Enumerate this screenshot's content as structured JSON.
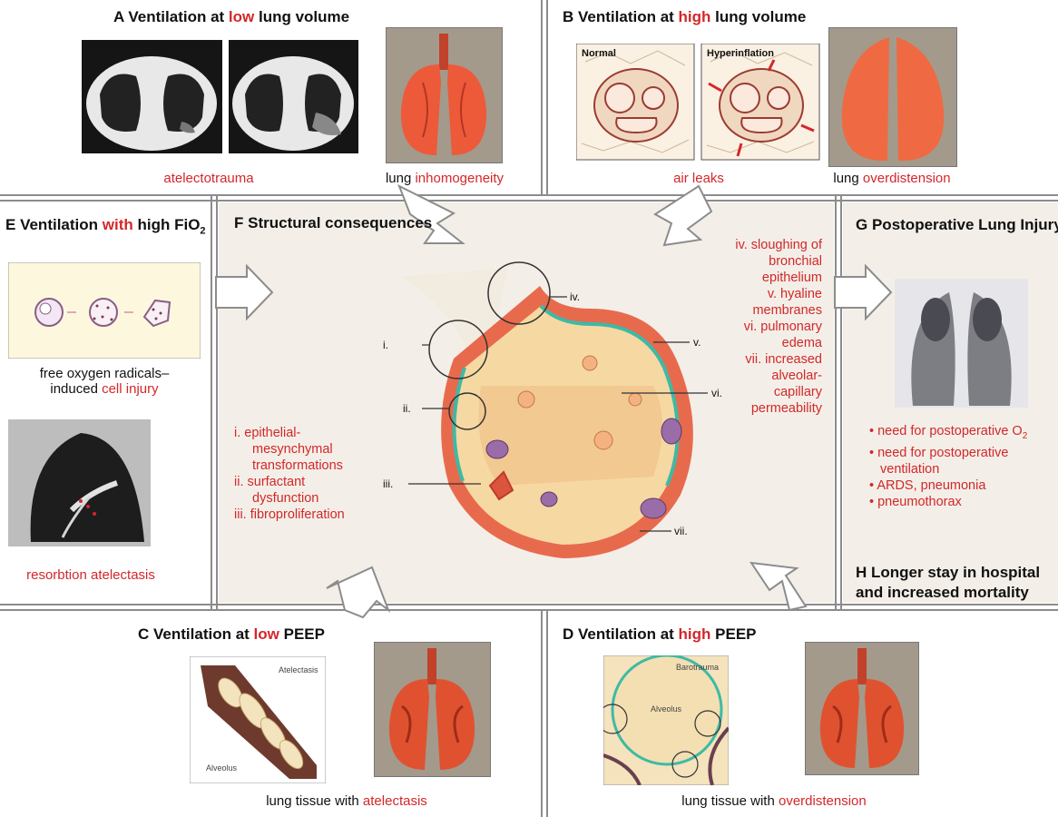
{
  "colors": {
    "accent_red": "#d3272a",
    "frame": "#8c8c8c",
    "panel": "#f3efe8",
    "lung": "#ec5a3a",
    "alveolus": "#f6d9a2",
    "epithelium": "#3fb9a6"
  },
  "panelA": {
    "letter": "A",
    "title_pre": "Ventilation at ",
    "title_hi": "low",
    "title_post": " lung volume",
    "cap1_hi": "atelectotrauma",
    "cap2_pre": "lung ",
    "cap2_hi": "inhomogeneity"
  },
  "panelB": {
    "letter": "B",
    "title_pre": "Ventilation at ",
    "title_hi": "high",
    "title_post": " lung volume",
    "label_normal": "Normal",
    "label_hyper": "Hyperinflation",
    "cap1_hi": "air leaks",
    "cap2_pre": "lung ",
    "cap2_hi": "overdistension"
  },
  "panelE": {
    "letter": "E",
    "title_pre": "Ventilation ",
    "title_hi": "with",
    "title_post": " high FiO",
    "title_sub": "2",
    "cap1_line1": "free oxygen radicals–",
    "cap1_pre": "induced ",
    "cap1_hi": "cell injury",
    "cap2_hi": "resorbtion atelectasis"
  },
  "panelF": {
    "letter": "F",
    "title": "Structural consequences",
    "left_list": [
      "i.  epithelial-",
      "mesynchymal",
      "transformations",
      "ii.  surfactant",
      "dysfunction",
      "iii.  fibroproliferation"
    ],
    "right_list": [
      "iv.  sloughing of",
      "bronchial",
      "epithelium",
      "v.  hyaline",
      "membranes",
      "vi.  pulmonary",
      "edema",
      "vii. increased",
      "alveolar-",
      "capillary",
      "permeability"
    ],
    "markers": [
      "i.",
      "ii.",
      "iii.",
      "iv.",
      "v.",
      "vi.",
      "vii."
    ]
  },
  "panelG": {
    "letter": "G",
    "title": "Postoperative Lung Injury",
    "bullets": [
      {
        "text": "need for postoperative O",
        "sub": "2"
      },
      {
        "text": "need for postoperative",
        "sub": ""
      },
      {
        "text": "ventilation",
        "sub": "",
        "cont": true
      },
      {
        "text": "ARDS, pneumonia",
        "sub": ""
      },
      {
        "text": "pneumothorax",
        "sub": ""
      }
    ]
  },
  "panelH": {
    "letter": "H",
    "line1": "Longer stay in hospital",
    "line2": "and increased mortality"
  },
  "panelC": {
    "letter": "C",
    "title_pre": "Ventilation at ",
    "title_hi": "low",
    "title_post": " PEEP",
    "label_top": "Atelectasis",
    "label_bottom": "Alveolus",
    "cap_pre": "lung tissue with ",
    "cap_hi": "atelectasis"
  },
  "panelD": {
    "letter": "D",
    "title_pre": "Ventilation at ",
    "title_hi": "high",
    "title_post": " PEEP",
    "label_top": "Barotrauma",
    "label_center": "Alveolus",
    "cap_pre": "lung tissue with ",
    "cap_hi": "overdistension"
  }
}
